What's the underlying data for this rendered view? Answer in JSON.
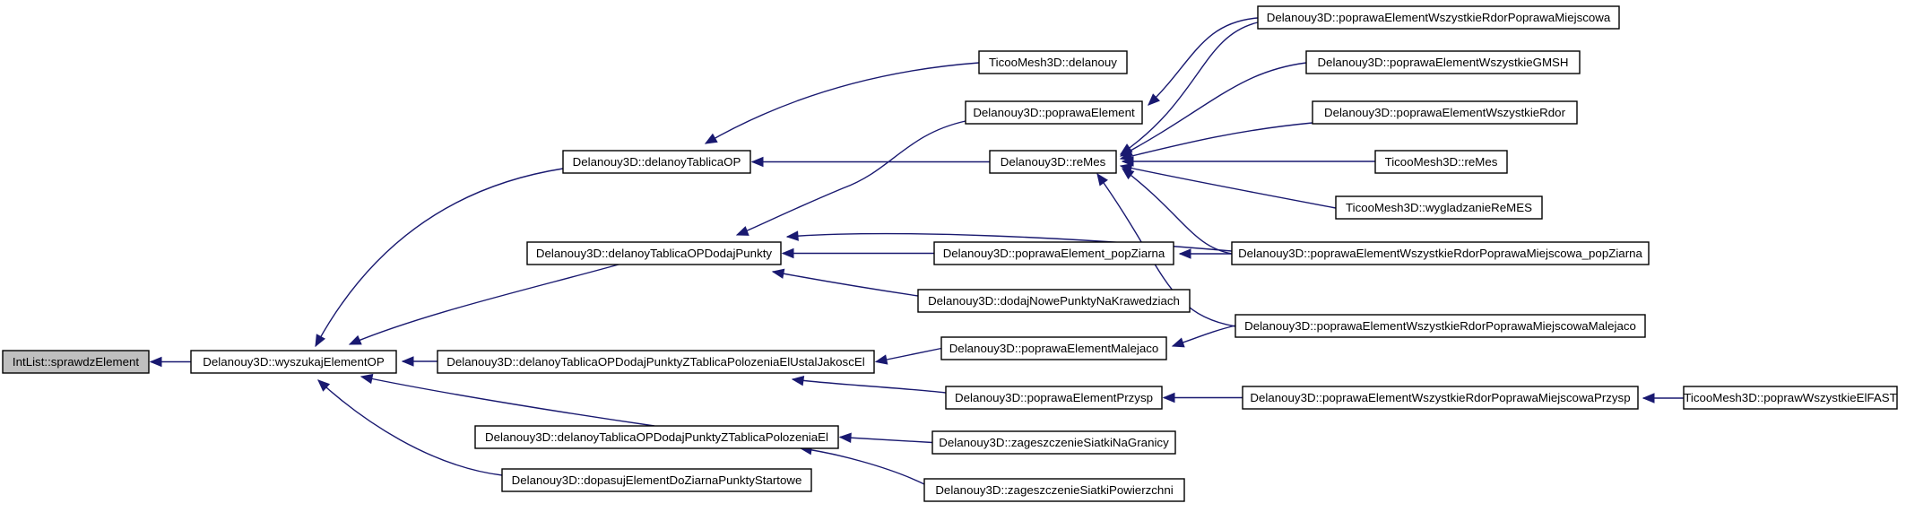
{
  "graph": {
    "edge_color": "#191970",
    "root_fill": "#bfbfbf",
    "nodes": [
      {
        "id": "root",
        "label": "IntList::sprawdzElement"
      },
      {
        "id": "wysz",
        "label": "Delanouy3D::wyszukajElementOP"
      },
      {
        "id": "delTab",
        "label": "Delanouy3D::delanoyTablicaOP"
      },
      {
        "id": "delDP",
        "label": "Delanouy3D::delanoyTablicaOPDodajPunkty"
      },
      {
        "id": "delDPU",
        "label": "Delanouy3D::delanoyTablicaOPDodajPunktyZTablicaPolozeniaElUstalJakoscEl"
      },
      {
        "id": "delDPT",
        "label": "Delanouy3D::delanoyTablicaOPDodajPunktyZTablicaPolozeniaEl"
      },
      {
        "id": "dopas",
        "label": "Delanouy3D::dopasujElementDoZiarnaPunktyStartowe"
      },
      {
        "id": "ticDel",
        "label": "TicooMesh3D::delanouy"
      },
      {
        "id": "popEl",
        "label": "Delanouy3D::poprawaElement"
      },
      {
        "id": "reMes",
        "label": "Delanouy3D::reMes"
      },
      {
        "id": "popZ",
        "label": "Delanouy3D::poprawaElement_popZiarna"
      },
      {
        "id": "dodajN",
        "label": "Delanouy3D::dodajNowePunktyNaKrawedziach"
      },
      {
        "id": "popMal",
        "label": "Delanouy3D::poprawaElementMalejaco"
      },
      {
        "id": "popPrz",
        "label": "Delanouy3D::poprawaElementPrzysp"
      },
      {
        "id": "zagGr",
        "label": "Delanouy3D::zageszczenieSiatkiNaGranicy"
      },
      {
        "id": "zagPow",
        "label": "Delanouy3D::zageszczenieSiatkiPowierzchni"
      },
      {
        "id": "wRPM",
        "label": "Delanouy3D::poprawaElementWszystkieRdorPoprawaMiejscowa"
      },
      {
        "id": "wGMSH",
        "label": "Delanouy3D::poprawaElementWszystkieGMSH"
      },
      {
        "id": "wRdor",
        "label": "Delanouy3D::poprawaElementWszystkieRdor"
      },
      {
        "id": "ticRe",
        "label": "TicooMesh3D::reMes"
      },
      {
        "id": "ticWyg",
        "label": "TicooMesh3D::wygladzanieReMES"
      },
      {
        "id": "wRPMZ",
        "label": "Delanouy3D::poprawaElementWszystkieRdorPoprawaMiejscowa_popZiarna"
      },
      {
        "id": "wRPMM",
        "label": "Delanouy3D::poprawaElementWszystkieRdorPoprawaMiejscowaMalejaco"
      },
      {
        "id": "wRPMP",
        "label": "Delanouy3D::poprawaElementWszystkieRdorPoprawaMiejscowaPrzysp"
      },
      {
        "id": "ticFast",
        "label": "TicooMesh3D::poprawWszystkieElFAST"
      }
    ],
    "edges": [
      {
        "from": "wysz",
        "to": "root"
      },
      {
        "from": "delTab",
        "to": "wysz"
      },
      {
        "from": "delDP",
        "to": "wysz"
      },
      {
        "from": "delDPU",
        "to": "wysz"
      },
      {
        "from": "delDPT",
        "to": "wysz"
      },
      {
        "from": "dopas",
        "to": "wysz"
      },
      {
        "from": "ticDel",
        "to": "delTab"
      },
      {
        "from": "reMes",
        "to": "delTab"
      },
      {
        "from": "popEl",
        "to": "delDP"
      },
      {
        "from": "popZ",
        "to": "delDP"
      },
      {
        "from": "dodajN",
        "to": "delDP"
      },
      {
        "from": "wRPMZ",
        "to": "delDP"
      },
      {
        "from": "popMal",
        "to": "delDPU"
      },
      {
        "from": "popPrz",
        "to": "delDPU"
      },
      {
        "from": "zagGr",
        "to": "delDPT"
      },
      {
        "from": "zagPow",
        "to": "delDPT"
      },
      {
        "from": "wRPM",
        "to": "popEl"
      },
      {
        "from": "wRPM",
        "to": "reMes"
      },
      {
        "from": "wGMSH",
        "to": "reMes"
      },
      {
        "from": "wRdor",
        "to": "reMes"
      },
      {
        "from": "ticRe",
        "to": "reMes"
      },
      {
        "from": "ticWyg",
        "to": "reMes"
      },
      {
        "from": "wRPMZ",
        "to": "reMes"
      },
      {
        "from": "wRPMM",
        "to": "reMes"
      },
      {
        "from": "wRPMZ",
        "to": "popZ"
      },
      {
        "from": "wRPMM",
        "to": "popMal"
      },
      {
        "from": "wRPMP",
        "to": "popPrz"
      },
      {
        "from": "ticFast",
        "to": "wRPMP"
      }
    ]
  }
}
